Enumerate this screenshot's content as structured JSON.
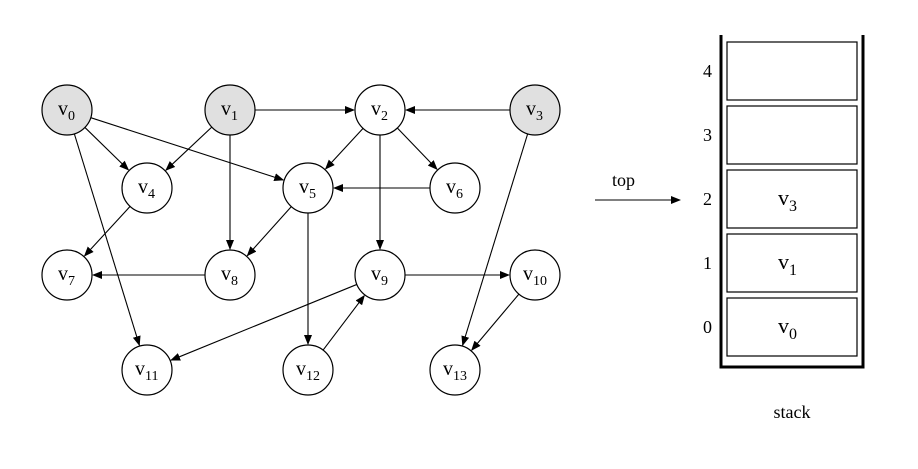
{
  "colors": {
    "highlight_fill": "#e0e0e0",
    "plain_fill": "#ffffff",
    "stroke": "#000000"
  },
  "graph": {
    "nodes": [
      {
        "id": "v0",
        "letter": "v",
        "sub": "0",
        "highlighted": true
      },
      {
        "id": "v1",
        "letter": "v",
        "sub": "1",
        "highlighted": true
      },
      {
        "id": "v2",
        "letter": "v",
        "sub": "2",
        "highlighted": false
      },
      {
        "id": "v3",
        "letter": "v",
        "sub": "3",
        "highlighted": true
      },
      {
        "id": "v4",
        "letter": "v",
        "sub": "4",
        "highlighted": false
      },
      {
        "id": "v5",
        "letter": "v",
        "sub": "5",
        "highlighted": false
      },
      {
        "id": "v6",
        "letter": "v",
        "sub": "6",
        "highlighted": false
      },
      {
        "id": "v7",
        "letter": "v",
        "sub": "7",
        "highlighted": false
      },
      {
        "id": "v8",
        "letter": "v",
        "sub": "8",
        "highlighted": false
      },
      {
        "id": "v9",
        "letter": "v",
        "sub": "9",
        "highlighted": false
      },
      {
        "id": "v10",
        "letter": "v",
        "sub": "10",
        "highlighted": false
      },
      {
        "id": "v11",
        "letter": "v",
        "sub": "11",
        "highlighted": false
      },
      {
        "id": "v12",
        "letter": "v",
        "sub": "12",
        "highlighted": false
      },
      {
        "id": "v13",
        "letter": "v",
        "sub": "13",
        "highlighted": false
      }
    ],
    "edges": [
      [
        "v0",
        "v4"
      ],
      [
        "v0",
        "v5"
      ],
      [
        "v0",
        "v11"
      ],
      [
        "v1",
        "v4"
      ],
      [
        "v1",
        "v8"
      ],
      [
        "v1",
        "v2"
      ],
      [
        "v3",
        "v2"
      ],
      [
        "v3",
        "v13"
      ],
      [
        "v2",
        "v5"
      ],
      [
        "v2",
        "v6"
      ],
      [
        "v2",
        "v9"
      ],
      [
        "v6",
        "v5"
      ],
      [
        "v5",
        "v8"
      ],
      [
        "v5",
        "v12"
      ],
      [
        "v4",
        "v7"
      ],
      [
        "v8",
        "v7"
      ],
      [
        "v9",
        "v10"
      ],
      [
        "v9",
        "v11"
      ],
      [
        "v12",
        "v9"
      ],
      [
        "v10",
        "v13"
      ]
    ]
  },
  "pointer": {
    "label": "top"
  },
  "stack": {
    "caption": "stack",
    "slots": [
      {
        "index": "4",
        "letter": "",
        "sub": ""
      },
      {
        "index": "3",
        "letter": "",
        "sub": ""
      },
      {
        "index": "2",
        "letter": "v",
        "sub": "3"
      },
      {
        "index": "1",
        "letter": "v",
        "sub": "1"
      },
      {
        "index": "0",
        "letter": "v",
        "sub": "0"
      }
    ]
  }
}
